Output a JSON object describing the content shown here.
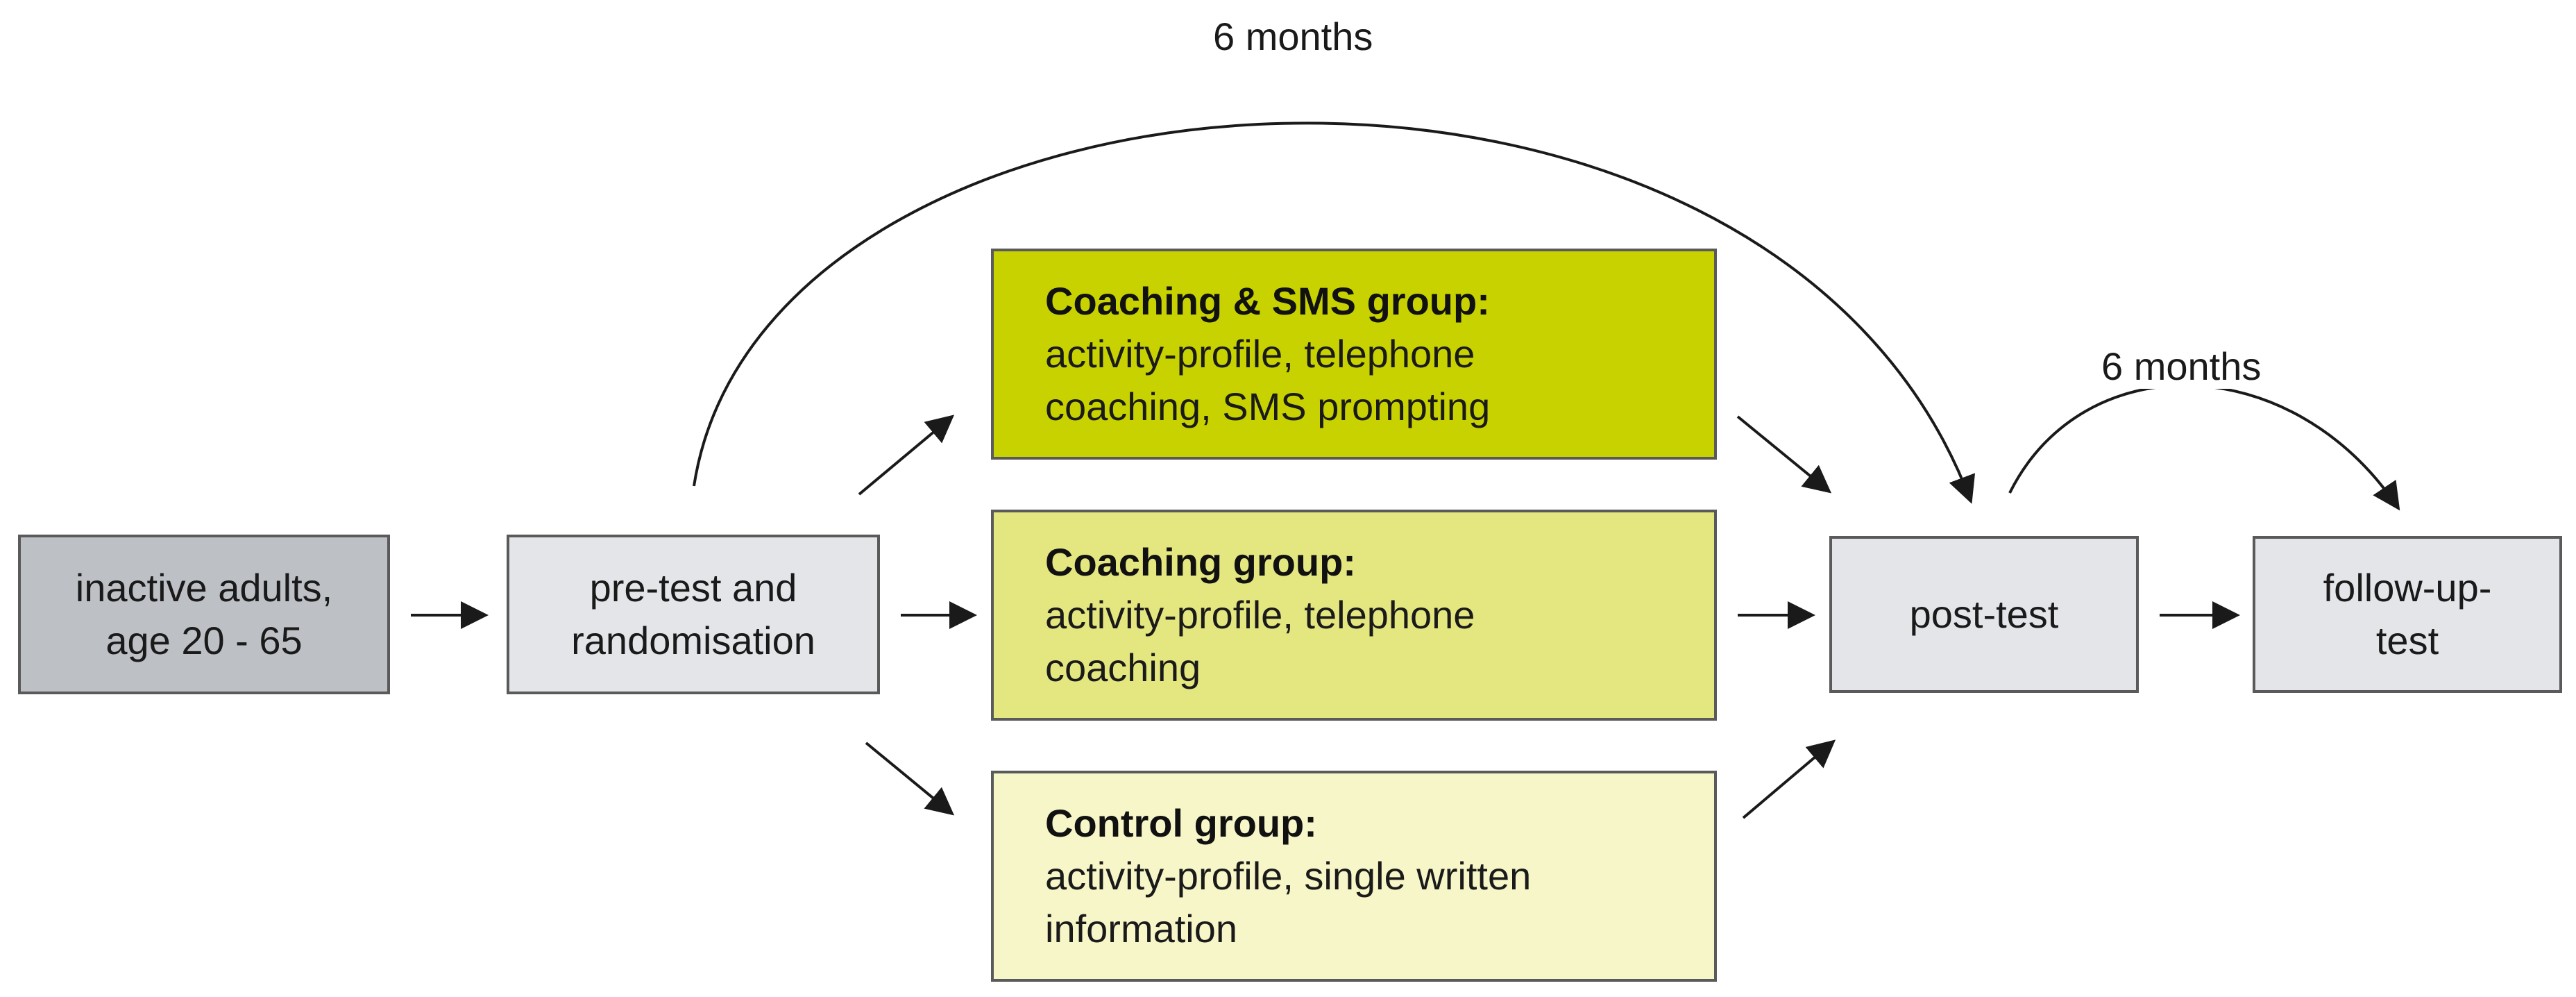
{
  "nodes": {
    "participants": {
      "text_line1": "inactive adults,",
      "text_line2": "age 20 - 65",
      "color": "#BDC0C5"
    },
    "pretest": {
      "text_line1": "pre-test and",
      "text_line2": "randomisation",
      "color": "#E3E5E8"
    },
    "coaching_sms": {
      "title": "Coaching & SMS group:",
      "desc": "activity-profile, telephone\ncoaching, SMS prompting",
      "color": "#C8D200"
    },
    "coaching": {
      "title": "Coaching group:",
      "desc": "activity-profile, telephone\ncoaching",
      "color": "#E4E680"
    },
    "control": {
      "title": "Control group:",
      "desc": "activity-profile, single written\ninformation",
      "color": "#F7F6C8"
    },
    "posttest": {
      "text": "post-test",
      "color": "#E3E5E8"
    },
    "followup": {
      "text_line1": "follow-up-",
      "text_line2": "test",
      "color": "#E3E5E8"
    }
  },
  "durations": {
    "intervention": "6 months",
    "followup": "6 months"
  },
  "colors": {
    "arrow": "#1a1a1a",
    "border": "#5a5a5a"
  }
}
